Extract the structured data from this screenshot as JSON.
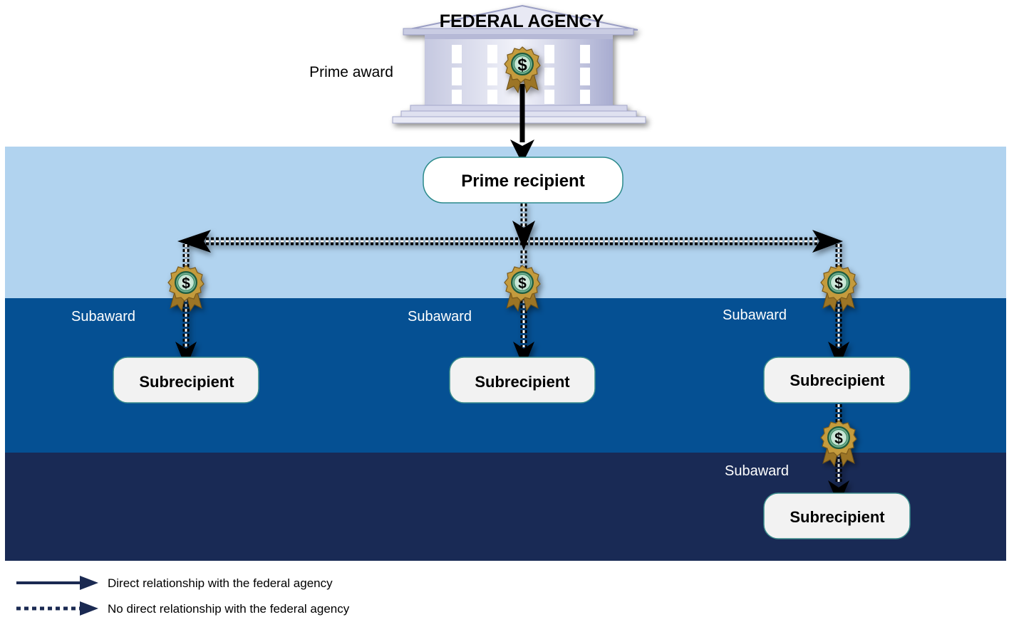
{
  "agency": {
    "title": "FEDERAL AGENCY",
    "prime_award_label": "Prime award"
  },
  "prime_recipient": {
    "label": "Prime recipient"
  },
  "subawards": {
    "left": {
      "label": "Subaward",
      "recipient": "Subrecipient"
    },
    "middle": {
      "label": "Subaward",
      "recipient": "Subrecipient"
    },
    "right": {
      "label": "Subaward",
      "recipient": "Subrecipient"
    },
    "nested": {
      "label": "Subaward",
      "recipient": "Subrecipient"
    }
  },
  "badge_symbol": "$",
  "legend": {
    "direct": "Direct relationship with the federal agency",
    "indirect": "No direct relationship with the federal agency"
  },
  "colors": {
    "band_light": "#b1d3ef",
    "band_mid": "#055093",
    "band_dark": "#192a55",
    "arrow_legend": "#1b2a52",
    "medal_gold": "#b58a32",
    "medal_green": "#2e7d57"
  },
  "icons": [
    "bank-building-icon",
    "dollar-medal-icon"
  ]
}
